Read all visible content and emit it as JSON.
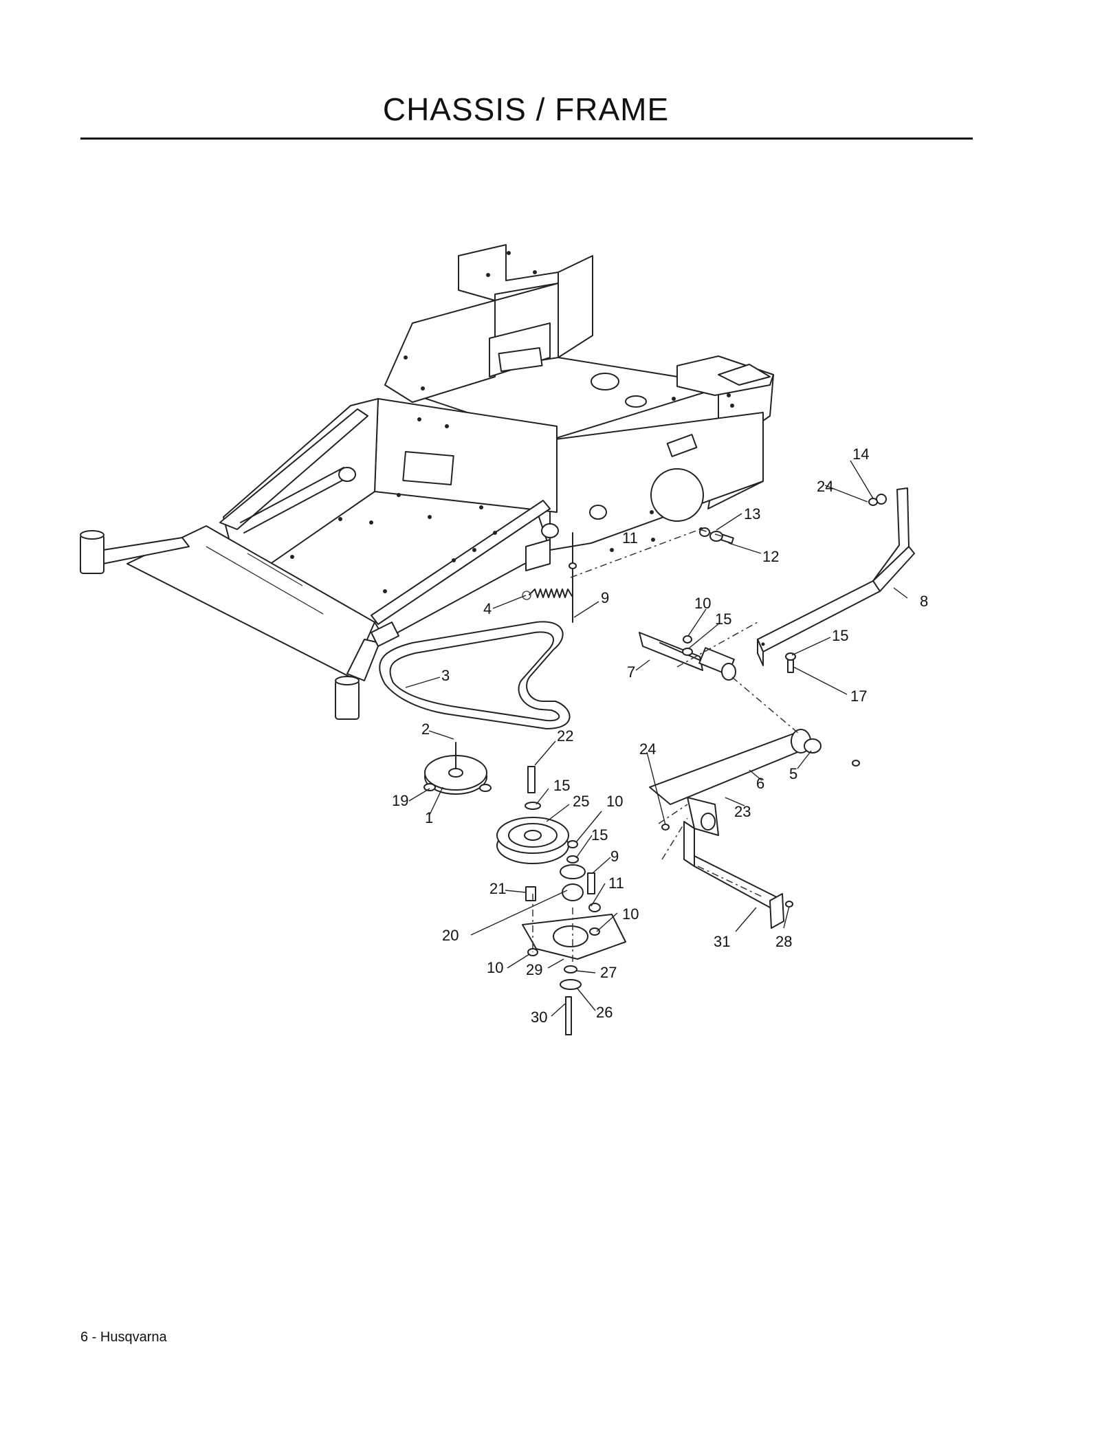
{
  "page": {
    "title": "CHASSIS / FRAME",
    "footer": "6 - Husqvarna"
  },
  "diagram": {
    "callouts": [
      {
        "id": "c14a",
        "label": "14"
      },
      {
        "id": "c24a",
        "label": "24"
      },
      {
        "id": "c13",
        "label": "13"
      },
      {
        "id": "c11a",
        "label": "11"
      },
      {
        "id": "c12",
        "label": "12"
      },
      {
        "id": "c4",
        "label": "4"
      },
      {
        "id": "c9a",
        "label": "9"
      },
      {
        "id": "c10a",
        "label": "10"
      },
      {
        "id": "c15a",
        "label": "15"
      },
      {
        "id": "c8",
        "label": "8"
      },
      {
        "id": "c15b",
        "label": "15"
      },
      {
        "id": "c7",
        "label": "7"
      },
      {
        "id": "c17",
        "label": "17"
      },
      {
        "id": "c3",
        "label": "3"
      },
      {
        "id": "c2",
        "label": "2"
      },
      {
        "id": "c22",
        "label": "22"
      },
      {
        "id": "c24b",
        "label": "24"
      },
      {
        "id": "c15c",
        "label": "15"
      },
      {
        "id": "c25",
        "label": "25"
      },
      {
        "id": "c10b",
        "label": "10"
      },
      {
        "id": "c19",
        "label": "19"
      },
      {
        "id": "c1",
        "label": "1"
      },
      {
        "id": "c6",
        "label": "6"
      },
      {
        "id": "c5",
        "label": "5"
      },
      {
        "id": "c15d",
        "label": "15"
      },
      {
        "id": "c23",
        "label": "23"
      },
      {
        "id": "c9b",
        "label": "9"
      },
      {
        "id": "c21",
        "label": "21"
      },
      {
        "id": "c11b",
        "label": "11"
      },
      {
        "id": "c10c",
        "label": "10"
      },
      {
        "id": "c20",
        "label": "20"
      },
      {
        "id": "c31",
        "label": "31"
      },
      {
        "id": "c28",
        "label": "28"
      },
      {
        "id": "c10d",
        "label": "10"
      },
      {
        "id": "c29",
        "label": "29"
      },
      {
        "id": "c27",
        "label": "27"
      },
      {
        "id": "c26",
        "label": "26"
      },
      {
        "id": "c30",
        "label": "30"
      }
    ]
  }
}
